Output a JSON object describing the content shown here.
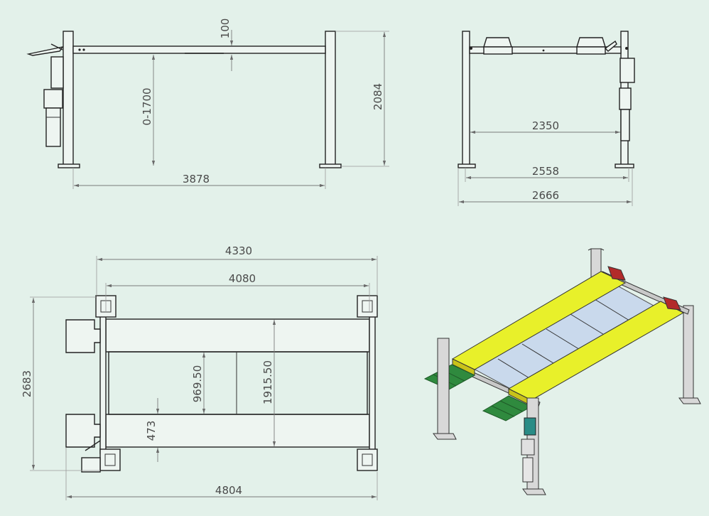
{
  "front_view": {
    "width": "3878",
    "rise": "0-1700",
    "height": "2084",
    "gap": "100"
  },
  "side_view": {
    "inner": "2350",
    "middle": "2558",
    "outer": "2666"
  },
  "top_view": {
    "overall_length": "4330",
    "runway_length": "4080",
    "total_length": "4804",
    "depth": "2683",
    "runway_span": "1915.50",
    "half_span": "969.50",
    "offset": "473"
  },
  "iso_view": {
    "runway_color": "#e8f02a",
    "ramp_color": "#2f8a3e",
    "pan_color": "#c9d9ec",
    "motor_color": "#2a8c86",
    "stopper_color": "#b22a2a",
    "post_color": "#d8d8d8"
  }
}
